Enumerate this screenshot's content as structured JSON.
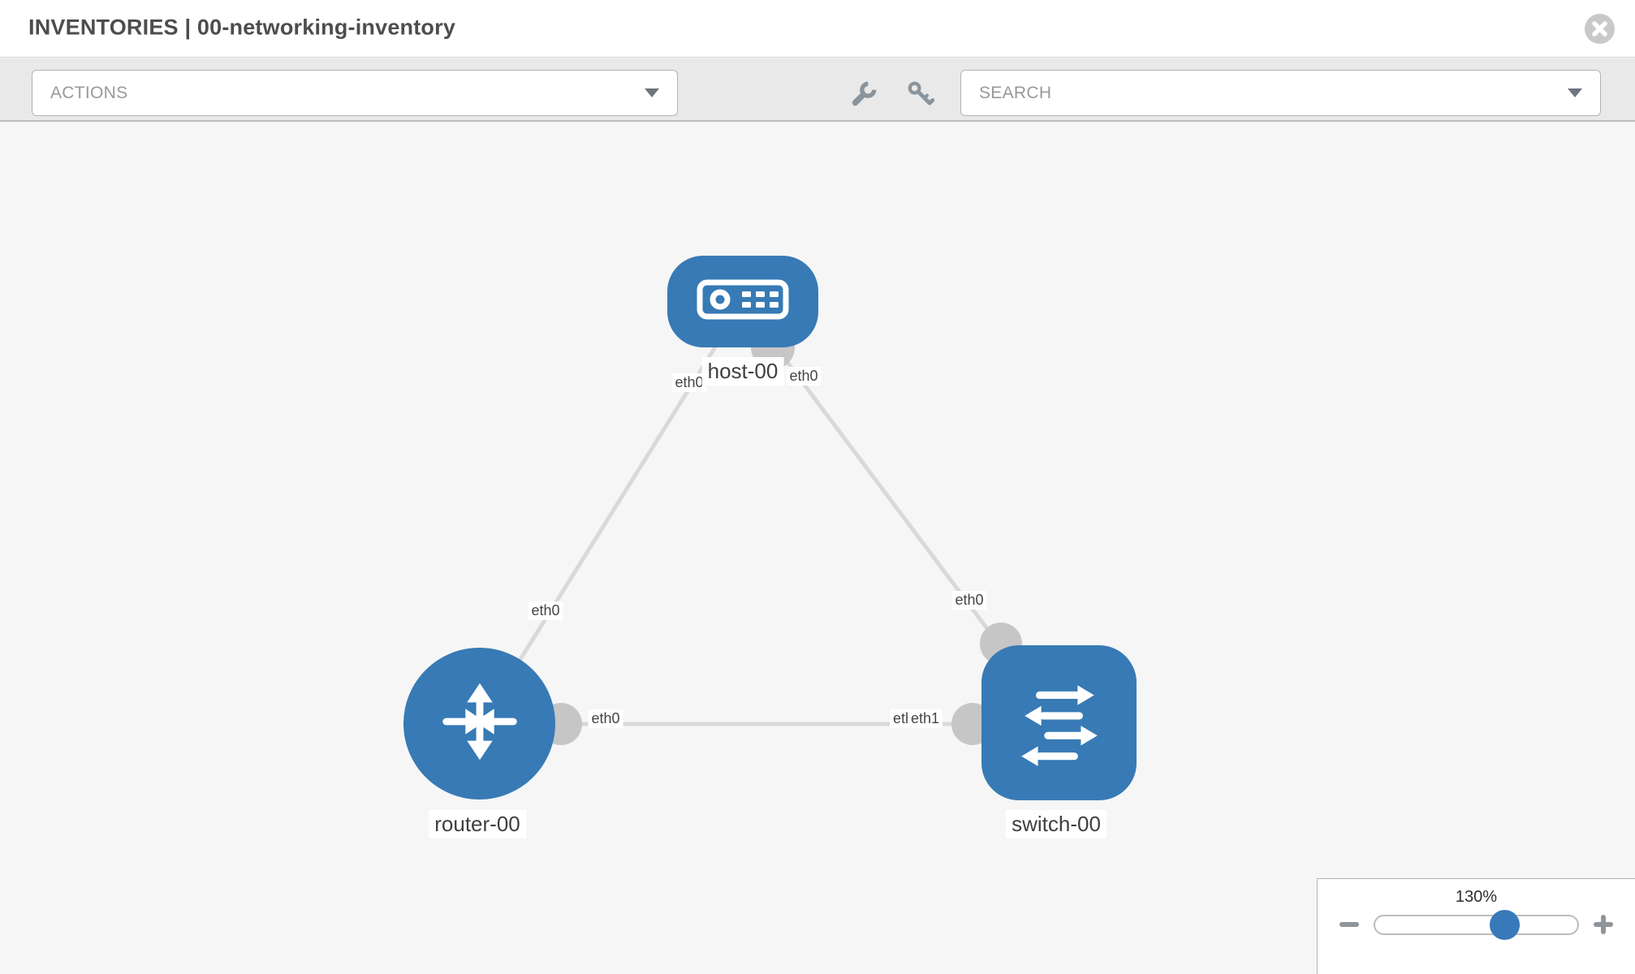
{
  "header": {
    "title": "INVENTORIES | 00-networking-inventory"
  },
  "toolbar": {
    "actions_label": "ACTIONS",
    "search_placeholder": "SEARCH"
  },
  "topology": {
    "nodes": [
      {
        "id": "host-00",
        "type": "host",
        "label": "host-00"
      },
      {
        "id": "router-00",
        "type": "router",
        "label": "router-00"
      },
      {
        "id": "switch-00",
        "type": "switch",
        "label": "switch-00"
      }
    ],
    "links": [
      {
        "from": "host-00",
        "to": "router-00",
        "from_label": "eth0",
        "to_label": "eth0"
      },
      {
        "from": "host-00",
        "to": "switch-00",
        "from_label": "eth0",
        "to_label": "eth0"
      },
      {
        "from": "router-00",
        "to": "switch-00",
        "from_label": "eth0",
        "to_label_under": "eth0",
        "to_label_over": "eth1"
      }
    ]
  },
  "zoom_control": {
    "value": "130%"
  },
  "icons": {
    "close-icon": "circled-x",
    "wrench-icon": "wrench",
    "key-icon": "key",
    "caret-down-icon": "triangle-down",
    "minus-icon": "minus-bar",
    "plus-icon": "plus-cross",
    "host-icon": "server-front",
    "router-icon": "four-direction-arrows",
    "switch-icon": "crossing-arrows"
  },
  "colors": {
    "node_blue": "#377ab5",
    "link_gray": "#d9d9d9",
    "interface_dot_gray": "#c6c6c6",
    "canvas_bg": "#f6f6f6",
    "toolbar_bg": "#e9e9e9",
    "slider_thumb_blue": "#3879ba"
  }
}
